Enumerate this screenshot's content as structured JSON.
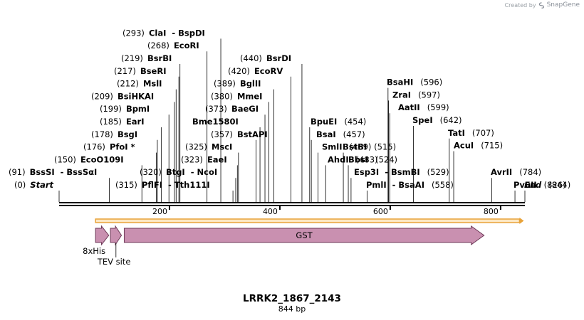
{
  "credit": {
    "prefix": "Created by",
    "brand": "SnapGene"
  },
  "map_title": "LRRK2_1867_2143",
  "map_length": "844 bp",
  "sequence": {
    "length": 844
  },
  "colors": {
    "backbone": "#000000",
    "feature_fill": "#c990b0",
    "feature_stroke": "#6e3a58",
    "orf_stroke": "#e8a33a",
    "orf_fill": "#fde8c4",
    "tick_text": "#000000",
    "credit_text": "#9aa0a6"
  },
  "ticks": [
    {
      "pos": 200,
      "label": "200"
    },
    {
      "pos": 400,
      "label": "400"
    },
    {
      "pos": 600,
      "label": "600"
    },
    {
      "pos": 800,
      "label": "800"
    }
  ],
  "orf": {
    "start": 66,
    "end": 842
  },
  "features": [
    {
      "name": "8xHis",
      "start": 66,
      "end": 90,
      "label": "8xHis",
      "label_side": "below-left"
    },
    {
      "name": "TEV site",
      "start": 93,
      "end": 113,
      "label": "TEV site",
      "label_side": "below"
    },
    {
      "name": "GST",
      "start": 118,
      "end": 770,
      "label": "GST",
      "label_side": "inside"
    }
  ],
  "sites": [
    {
      "pos": 0,
      "parts": [
        {
          "num": "(0)"
        },
        {
          "name": "Start",
          "style": "end"
        }
      ]
    },
    {
      "pos": 91,
      "parts": [
        {
          "num": "(91)"
        },
        {
          "name": "BssSI"
        },
        {
          "sep": "-"
        },
        {
          "name": "BssSαI"
        }
      ]
    },
    {
      "pos": 150,
      "parts": [
        {
          "num": "(150)"
        },
        {
          "name": "EcoO109I"
        }
      ]
    },
    {
      "pos": 176,
      "parts": [
        {
          "num": "(176)"
        },
        {
          "name": "PfoI *"
        }
      ]
    },
    {
      "pos": 178,
      "parts": [
        {
          "num": "(178)"
        },
        {
          "name": "BsgI"
        }
      ]
    },
    {
      "pos": 185,
      "parts": [
        {
          "num": "(185)"
        },
        {
          "name": "EarI"
        }
      ]
    },
    {
      "pos": 199,
      "parts": [
        {
          "num": "(199)"
        },
        {
          "name": "BpmI"
        }
      ]
    },
    {
      "pos": 209,
      "parts": [
        {
          "num": "(209)"
        },
        {
          "name": "BsiHKAI"
        }
      ]
    },
    {
      "pos": 212,
      "parts": [
        {
          "num": "(212)"
        },
        {
          "name": "MslI"
        }
      ]
    },
    {
      "pos": 217,
      "parts": [
        {
          "num": "(217)"
        },
        {
          "name": "BseRI"
        }
      ]
    },
    {
      "pos": 219,
      "parts": [
        {
          "num": "(219)"
        },
        {
          "name": "BsrBI"
        }
      ]
    },
    {
      "pos": 268,
      "parts": [
        {
          "num": "(268)"
        },
        {
          "name": "EcoRI"
        }
      ]
    },
    {
      "pos": 293,
      "parts": [
        {
          "num": "(293)"
        },
        {
          "name": "ClaI"
        },
        {
          "sep": "-"
        },
        {
          "name": "BspDI"
        }
      ]
    },
    {
      "pos": 315,
      "parts": [
        {
          "num": "(315)"
        },
        {
          "name": "PflFI"
        },
        {
          "sep": "-"
        },
        {
          "name": "Tth111I"
        }
      ]
    },
    {
      "pos": 320,
      "parts": [
        {
          "num": "(320)"
        },
        {
          "name": "BtgI"
        },
        {
          "sep": "-"
        },
        {
          "name": "NcoI"
        }
      ]
    },
    {
      "pos": 323,
      "parts": [
        {
          "num": "(323)"
        },
        {
          "name": "EaeI"
        }
      ]
    },
    {
      "pos": 325,
      "parts": [
        {
          "num": "(325)"
        },
        {
          "name": "MscI"
        }
      ]
    },
    {
      "pos": 357,
      "parts": [
        {
          "num": "(357)"
        },
        {
          "name": "BstAPI"
        }
      ]
    },
    {
      "pos": 364,
      "parts": [
        {
          "name": "Bme1580I"
        }
      ]
    },
    {
      "pos": 373,
      "parts": [
        {
          "num": "(373)"
        },
        {
          "name": "BaeGI"
        }
      ]
    },
    {
      "pos": 380,
      "parts": [
        {
          "num": "(380)"
        },
        {
          "name": "MmeI"
        }
      ]
    },
    {
      "pos": 389,
      "parts": [
        {
          "num": "(389)"
        },
        {
          "name": "BglII"
        }
      ]
    },
    {
      "pos": 420,
      "parts": [
        {
          "num": "(420)"
        },
        {
          "name": "EcoRV"
        }
      ]
    },
    {
      "pos": 440,
      "parts": [
        {
          "num": "(440)"
        },
        {
          "name": "BsrDI"
        }
      ]
    },
    {
      "pos": 454,
      "parts": [
        {
          "name": "BpuEI"
        },
        {
          "num": "(454)"
        }
      ]
    },
    {
      "pos": 457,
      "parts": [
        {
          "name": "BsaI"
        },
        {
          "num": "(457)"
        }
      ]
    },
    {
      "pos": 469,
      "parts": [
        {
          "name": "SmlI"
        },
        {
          "num": "(469)"
        }
      ]
    },
    {
      "pos": 483,
      "parts": [
        {
          "name": "AhdI"
        },
        {
          "num": "(483)"
        }
      ]
    },
    {
      "pos": 515,
      "parts": [
        {
          "name": "BstBI"
        },
        {
          "num": "(515)"
        }
      ]
    },
    {
      "pos": 524,
      "parts": [
        {
          "name": "BbsI"
        },
        {
          "num": "(524)"
        }
      ]
    },
    {
      "pos": 529,
      "parts": [
        {
          "name": "Esp3I"
        },
        {
          "sep": "-"
        },
        {
          "name": "BsmBI"
        },
        {
          "num": "(529)"
        }
      ]
    },
    {
      "pos": 558,
      "parts": [
        {
          "name": "PmlI"
        },
        {
          "sep": "-"
        },
        {
          "name": "BsaAI"
        },
        {
          "num": "(558)"
        }
      ]
    },
    {
      "pos": 596,
      "parts": [
        {
          "name": "BsaHI"
        },
        {
          "num": "(596)"
        }
      ]
    },
    {
      "pos": 597,
      "parts": [
        {
          "name": "ZraI"
        },
        {
          "num": "(597)"
        }
      ]
    },
    {
      "pos": 599,
      "parts": [
        {
          "name": "AatII"
        },
        {
          "num": "(599)"
        }
      ]
    },
    {
      "pos": 642,
      "parts": [
        {
          "name": "SpeI"
        },
        {
          "num": "(642)"
        }
      ]
    },
    {
      "pos": 707,
      "parts": [
        {
          "name": "TatI"
        },
        {
          "num": "(707)"
        }
      ]
    },
    {
      "pos": 715,
      "parts": [
        {
          "name": "AcuI"
        },
        {
          "num": "(715)"
        }
      ]
    },
    {
      "pos": 784,
      "parts": [
        {
          "name": "AvrII"
        },
        {
          "num": "(784)"
        }
      ]
    },
    {
      "pos": 826,
      "parts": [
        {
          "name": "PvuII"
        },
        {
          "num": "(826)"
        }
      ]
    },
    {
      "pos": 844,
      "parts": [
        {
          "name": "End",
          "style": "end"
        },
        {
          "num": "(844)"
        }
      ]
    }
  ]
}
